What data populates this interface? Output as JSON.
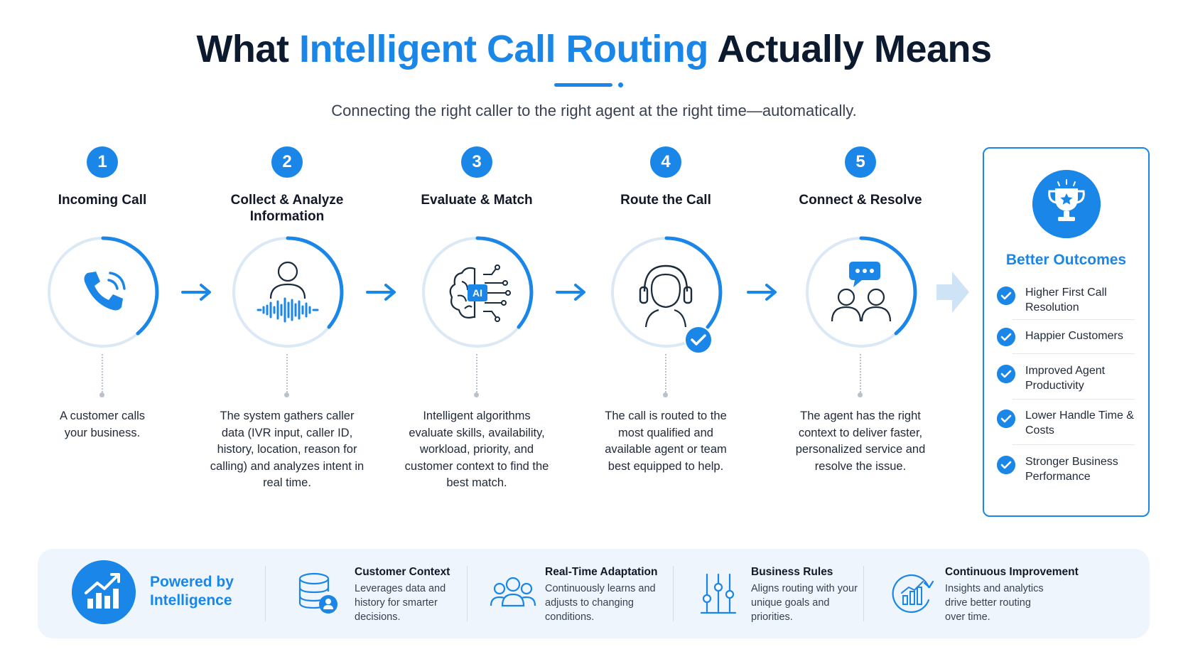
{
  "header": {
    "title_pre": "What ",
    "title_highlight": "Intelligent Call Routing",
    "title_post": " Actually Means",
    "subtitle": "Connecting the right caller to the right agent at the right time—automatically."
  },
  "steps": [
    {
      "number": "1",
      "title": "Incoming Call",
      "description": "A customer calls your business.",
      "icon": "phone-icon"
    },
    {
      "number": "2",
      "title": "Collect & Analyze Information",
      "description": "The system gathers caller data (IVR input, caller ID, history, location, reason for calling) and analyzes intent in real time.",
      "icon": "person-voice-icon"
    },
    {
      "number": "3",
      "title": "Evaluate & Match",
      "description": "Intelligent algorithms evaluate skills, availability, workload, priority, and customer context to find the best match.",
      "icon": "ai-brain-icon"
    },
    {
      "number": "4",
      "title": "Route the Call",
      "description": "The call is routed to the most qualified and available agent or team best equipped to help.",
      "icon": "headset-agent-icon"
    },
    {
      "number": "5",
      "title": "Connect & Resolve",
      "description": "The agent has the right context to deliver faster, personalized service and resolve the issue.",
      "icon": "people-chat-icon"
    }
  ],
  "outcomes": {
    "title": "Better Outcomes",
    "icon": "trophy-icon",
    "items": [
      "Higher First Call Resolution",
      "Happier Customers",
      "Improved Agent Productivity",
      "Lower Handle Time & Costs",
      "Stronger Business Performance"
    ]
  },
  "bottom": {
    "powered_label": "Powered by Intelligence",
    "powered_icon": "growth-chart-icon",
    "features": [
      {
        "title": "Customer Context",
        "description": "Leverages data and history for smarter decisions.",
        "icon": "database-user-icon"
      },
      {
        "title": "Real-Time Adaptation",
        "description": "Continuously learns and adjusts to changing conditions.",
        "icon": "group-icon"
      },
      {
        "title": "Business Rules",
        "description": "Aligns routing with your unique goals and priorities.",
        "icon": "sliders-icon"
      },
      {
        "title": "Continuous Improvement",
        "description": "Insights and analytics drive better routing over time.",
        "icon": "cycle-chart-icon"
      }
    ]
  },
  "colors": {
    "accent": "#1a86e8",
    "ring": "#dbe9f7",
    "text": "#1f2937",
    "panel": "#eef5fc"
  }
}
